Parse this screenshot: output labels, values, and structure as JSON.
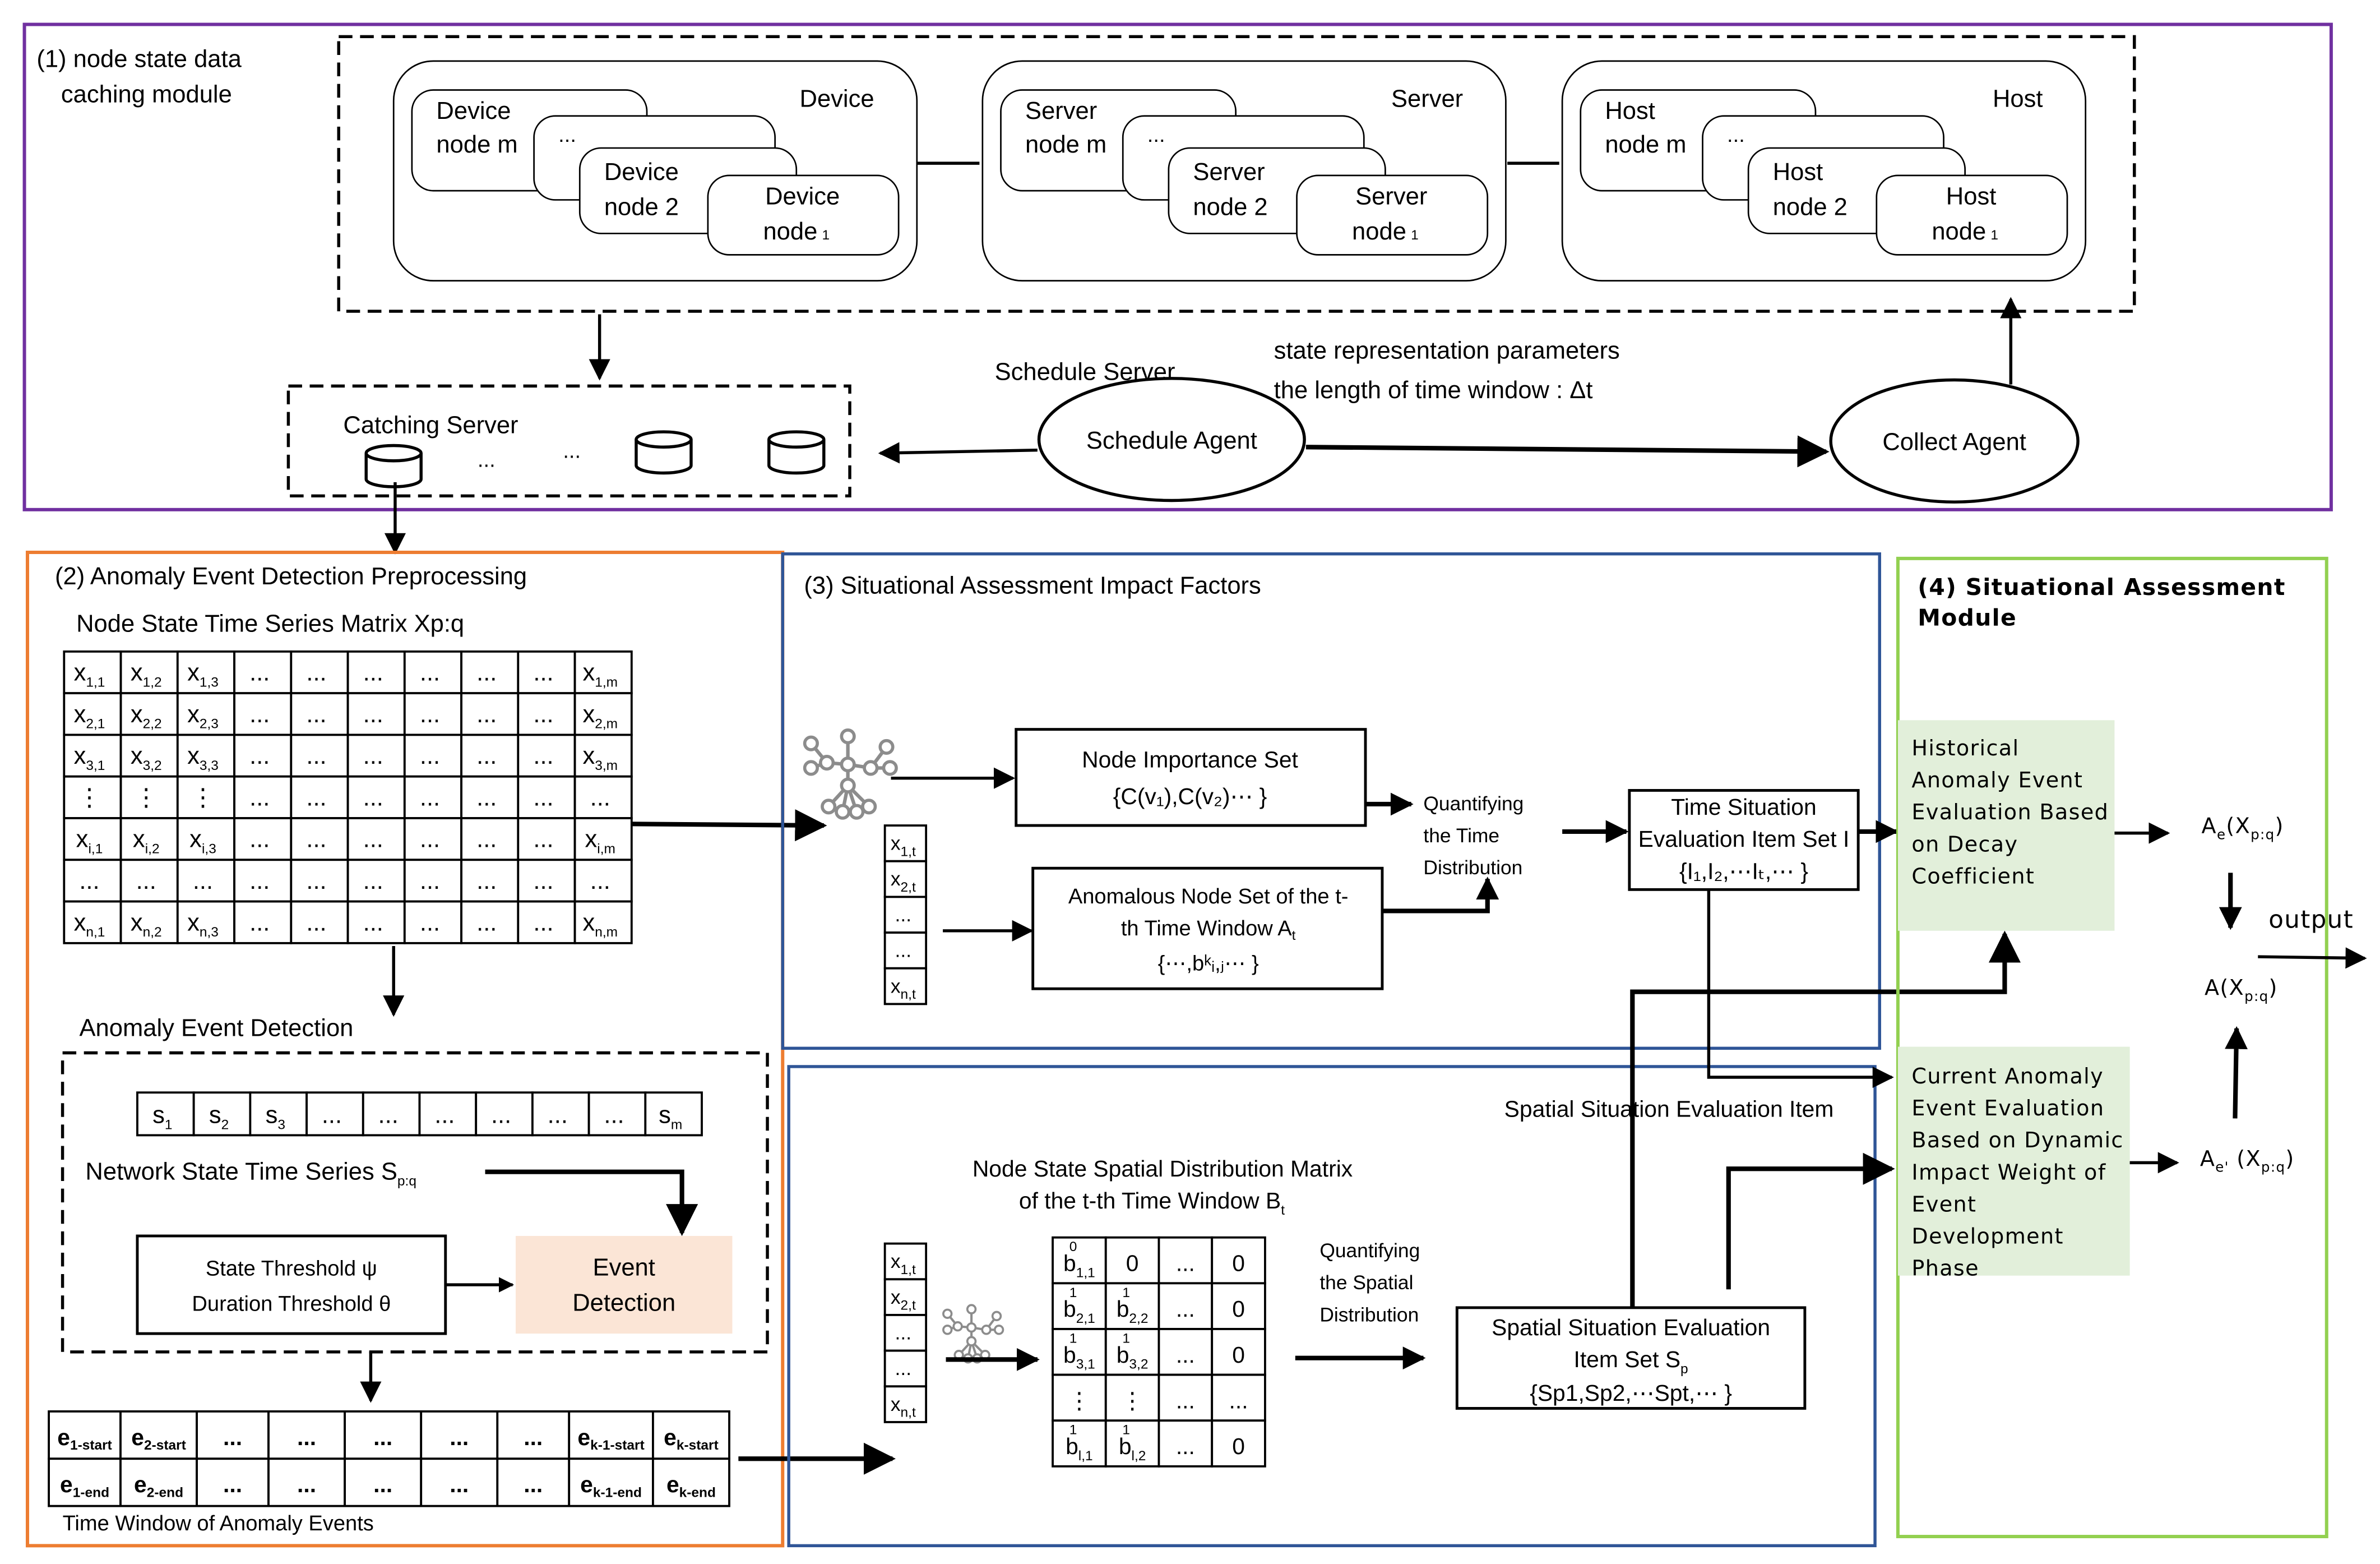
{
  "colors": {
    "section1_border": "#7030a0",
    "section2_border": "#ed7d31",
    "section3_border": "#2f5597",
    "section4_border": "#92d050",
    "event_detection_fill": "#fbe5d6",
    "assessment_box_fill": "#e2efda",
    "network_icon": "#8c8c8c"
  },
  "section1": {
    "title_line1": "(1) node state data",
    "title_line2": "caching module",
    "groups": [
      {
        "label": "Device",
        "node_m": [
          "Device",
          "node m"
        ],
        "ellipsis": "...",
        "node_2": [
          "Device",
          "node 2"
        ],
        "node_1": [
          "Device",
          "node",
          "1"
        ]
      },
      {
        "label": "Server",
        "node_m": [
          "Server",
          "node m"
        ],
        "ellipsis": "...",
        "node_2": [
          "Server",
          "node 2"
        ],
        "node_1": [
          "Server",
          "node",
          "1"
        ]
      },
      {
        "label": "Host",
        "node_m": [
          "Host",
          "node m"
        ],
        "ellipsis": "...",
        "node_2": [
          "Host",
          "node 2"
        ],
        "node_1": [
          "Host",
          "node",
          "1"
        ]
      }
    ],
    "catching_server": {
      "label": "Catching Server",
      "ellipsis1": "...",
      "ellipsis2": "..."
    },
    "schedule_server_label": "Schedule Server",
    "schedule_agent": "Schedule Agent",
    "collect_agent": "Collect Agent",
    "params_line1": "state representation parameters",
    "params_line2": "the length of time window : Δt"
  },
  "section2": {
    "title": "(2) Anomaly Event Detection Preprocessing",
    "matrix_title": "Node State Time Series Matrix Xp:q",
    "matrix": [
      [
        [
          "x",
          "1,1"
        ],
        [
          "x",
          "1,2"
        ],
        [
          "x",
          "1,3"
        ],
        [
          "...",
          ""
        ],
        [
          "...",
          ""
        ],
        [
          "...",
          ""
        ],
        [
          "...",
          ""
        ],
        [
          "...",
          ""
        ],
        [
          "...",
          ""
        ],
        [
          "x",
          "1,m"
        ]
      ],
      [
        [
          "x",
          "2,1"
        ],
        [
          "x",
          "2,2"
        ],
        [
          "x",
          "2,3"
        ],
        [
          "...",
          ""
        ],
        [
          "...",
          ""
        ],
        [
          "...",
          ""
        ],
        [
          "...",
          ""
        ],
        [
          "...",
          ""
        ],
        [
          "...",
          ""
        ],
        [
          "x",
          "2,m"
        ]
      ],
      [
        [
          "x",
          "3,1"
        ],
        [
          "x",
          "3,2"
        ],
        [
          "x",
          "3,3"
        ],
        [
          "...",
          ""
        ],
        [
          "...",
          ""
        ],
        [
          "...",
          ""
        ],
        [
          "...",
          ""
        ],
        [
          "...",
          ""
        ],
        [
          "...",
          ""
        ],
        [
          "x",
          "3,m"
        ]
      ],
      [
        [
          "⋮",
          ""
        ],
        [
          "⋮",
          ""
        ],
        [
          "⋮",
          ""
        ],
        [
          "...",
          ""
        ],
        [
          "...",
          ""
        ],
        [
          "...",
          ""
        ],
        [
          "...",
          ""
        ],
        [
          "...",
          ""
        ],
        [
          "...",
          ""
        ],
        [
          "...",
          ""
        ]
      ],
      [
        [
          "x",
          "i,1"
        ],
        [
          "x",
          "i,2"
        ],
        [
          "x",
          "i,3"
        ],
        [
          "...",
          ""
        ],
        [
          "...",
          ""
        ],
        [
          "...",
          ""
        ],
        [
          "...",
          ""
        ],
        [
          "...",
          ""
        ],
        [
          "...",
          ""
        ],
        [
          "x",
          "i,m"
        ]
      ],
      [
        [
          "...",
          ""
        ],
        [
          "...",
          ""
        ],
        [
          "...",
          ""
        ],
        [
          "...",
          ""
        ],
        [
          "...",
          ""
        ],
        [
          "...",
          ""
        ],
        [
          "...",
          ""
        ],
        [
          "...",
          ""
        ],
        [
          "...",
          ""
        ],
        [
          "...",
          ""
        ]
      ],
      [
        [
          "x",
          "n,1"
        ],
        [
          "x",
          "n,2"
        ],
        [
          "x",
          "n,3"
        ],
        [
          "...",
          ""
        ],
        [
          "...",
          ""
        ],
        [
          "...",
          ""
        ],
        [
          "...",
          ""
        ],
        [
          "...",
          ""
        ],
        [
          "...",
          ""
        ],
        [
          "x",
          "n,m"
        ]
      ]
    ],
    "detection_title": "Anomaly Event Detection",
    "series": [
      [
        "s",
        "1"
      ],
      [
        "s",
        "2"
      ],
      [
        "s",
        "3"
      ],
      [
        "...",
        ""
      ],
      [
        "...",
        ""
      ],
      [
        "...",
        ""
      ],
      [
        "...",
        ""
      ],
      [
        "...",
        ""
      ],
      [
        "...",
        ""
      ],
      [
        "s",
        "m"
      ]
    ],
    "series_label": "Network State Time Series S",
    "series_label_sub": "p:q",
    "threshold_line1": "State Threshold  ψ",
    "threshold_line2": "Duration Threshold  θ",
    "event_detection_line1": "Event",
    "event_detection_line2": "Detection",
    "events_start": [
      [
        "e",
        "1-start"
      ],
      [
        "e",
        "2-start"
      ],
      [
        "...",
        ""
      ],
      [
        "...",
        ""
      ],
      [
        "...",
        ""
      ],
      [
        "...",
        ""
      ],
      [
        "...",
        ""
      ],
      [
        "e",
        "k-1-start"
      ],
      [
        "e",
        "k-start"
      ]
    ],
    "events_end": [
      [
        "e",
        "1-end"
      ],
      [
        "e",
        "2-end"
      ],
      [
        "...",
        ""
      ],
      [
        "...",
        ""
      ],
      [
        "...",
        ""
      ],
      [
        "...",
        ""
      ],
      [
        "...",
        ""
      ],
      [
        "e",
        "k-1-end"
      ],
      [
        "e",
        "k-end"
      ]
    ],
    "events_caption": "Time Window of Anomaly Events"
  },
  "section3": {
    "title": "(3) Situational Assessment Impact Factors",
    "node_importance_line1": "Node Importance Set",
    "node_importance_line2": "{C(v₁),C(v₂)⋯ }",
    "vector_top": [
      [
        "x",
        "1,t"
      ],
      [
        "x",
        "2,t"
      ],
      [
        "...",
        ""
      ],
      [
        "...",
        ""
      ],
      [
        "x",
        "n,t"
      ]
    ],
    "anomalous_line1": "Anomalous Node Set of the t-",
    "anomalous_line2": "th Time Window  A",
    "anomalous_line2_sub": "t",
    "anomalous_line3": "{⋯,bᵏᵢ,ⱼ⋯ }",
    "quant_time": [
      "Quantifying",
      "the Time",
      "Distribution"
    ],
    "time_situation_line1": "Time Situation",
    "time_situation_line2": "Evaluation Item Set I",
    "time_situation_line3": "{I₁,I₂,⋯Iₜ,⋯ }",
    "spatial_item_label": "Spatial Situation Evaluation Item",
    "spatial_matrix_title1": "Node State Spatial Distribution Matrix",
    "spatial_matrix_title2": "of the t-th Time Window B",
    "spatial_matrix_title2_sub": "t",
    "vector_bottom": [
      [
        "x",
        "1,t"
      ],
      [
        "x",
        "2,t"
      ],
      [
        "...",
        ""
      ],
      [
        "...",
        ""
      ],
      [
        "x",
        "n,t"
      ]
    ],
    "spatial_matrix": [
      [
        [
          "b",
          "1,1",
          "0"
        ],
        [
          "0",
          "",
          ""
        ],
        [
          "...",
          "",
          ""
        ],
        [
          "0",
          "",
          ""
        ]
      ],
      [
        [
          "b",
          "2,1",
          "1"
        ],
        [
          "b",
          "2,2",
          "1"
        ],
        [
          "...",
          "",
          ""
        ],
        [
          "0",
          "",
          ""
        ]
      ],
      [
        [
          "b",
          "3,1",
          "1"
        ],
        [
          "b",
          "3,2",
          "1"
        ],
        [
          "...",
          "",
          ""
        ],
        [
          "0",
          "",
          ""
        ]
      ],
      [
        [
          "⋮",
          "",
          ""
        ],
        [
          "⋮",
          "",
          ""
        ],
        [
          "...",
          "",
          ""
        ],
        [
          "...",
          "",
          ""
        ]
      ],
      [
        [
          "b",
          "l,1",
          "1"
        ],
        [
          "b",
          "l,2",
          "1"
        ],
        [
          "...",
          "",
          ""
        ],
        [
          "0",
          "",
          ""
        ]
      ]
    ],
    "quant_spatial": [
      "Quantifying",
      "the Spatial",
      "Distribution"
    ],
    "spatial_set_line1": "Spatial Situation Evaluation",
    "spatial_set_line2": "Item Set S",
    "spatial_set_line2_sub": "p",
    "spatial_set_line3": "{Sp1,Sp2,⋯Spt,⋯ }"
  },
  "section4": {
    "title_line1": "(4)  Situational Assessment",
    "title_line2": "Module",
    "historical": [
      "Historical",
      "Anomaly Event",
      "Evaluation Based",
      "on Decay",
      "Coefficient"
    ],
    "current": [
      "Current Anomaly",
      "Event Evaluation",
      "Based on Dynamic",
      "Impact Weight of",
      "Event",
      "Development",
      "Phase"
    ],
    "ae_label": "A",
    "ae_sub": "e",
    "ae_arg": "(X",
    "ae_arg_sub": "p:q",
    "ae_close": ")",
    "a_label": "A(X",
    "a_sub": "p:q",
    "a_close": ")",
    "ae2_label": "A",
    "ae2_sub": "e'",
    "ae2_arg": " (X",
    "ae2_arg_sub": "p:q",
    "ae2_close": ")",
    "output_label": "output"
  }
}
